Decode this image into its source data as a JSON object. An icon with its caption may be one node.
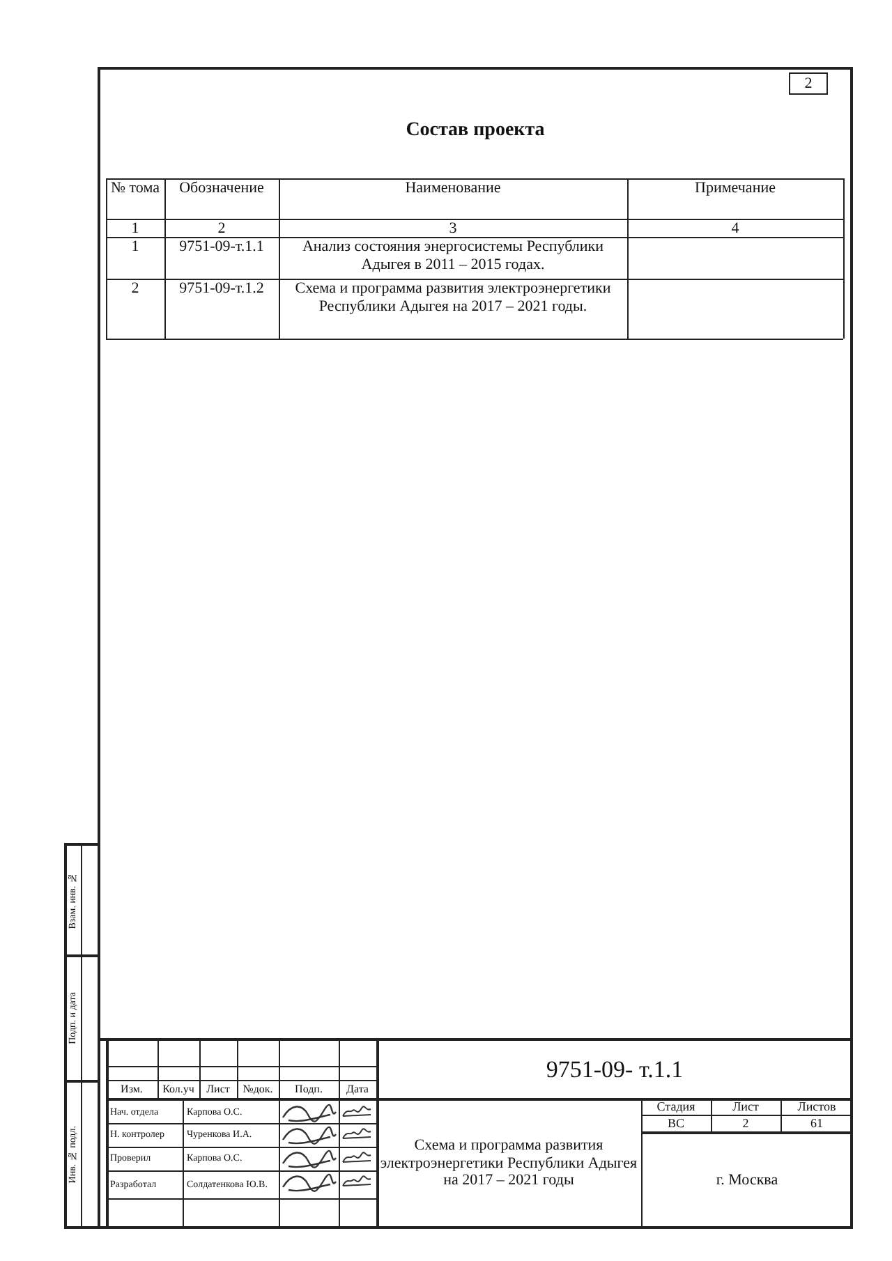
{
  "diagram": {
    "title": "Состав проекта",
    "labels": [
      "2",
      "№ тома",
      "Обозначение",
      "Наименование",
      "Примечание",
      "1",
      "2",
      "3",
      "4",
      "1",
      "9751-09-т.1.1",
      "Анализ состояния энергосистемы Республики Адыгея в 2011 – 2015 годах.",
      "2",
      "9751-09-т.1.2",
      "Схема и программа развития электроэнергетики Республики Адыгея на 2017 – 2021 годы.",
      "Взам. инв. №",
      "Подп. и дата",
      "Инв. № подл.",
      "Изм.",
      "Кол.уч",
      "Лист",
      "№док.",
      "Подп.",
      "Дата",
      "Нач. отдела",
      "Карпова О.С.",
      "Н. контролер",
      "Чуренкова И.А.",
      "Проверил",
      "Карпова О.С.",
      "Разработал",
      "Солдатенкова Ю.В.",
      "9751-09- т.1.1",
      "Схема и программа развития электроэнергетики Республики Адыгея на 2017 – 2021 годы",
      "Стадия",
      "Лист",
      "Листов",
      "ВС",
      "2",
      "61",
      "г. Москва"
    ]
  }
}
